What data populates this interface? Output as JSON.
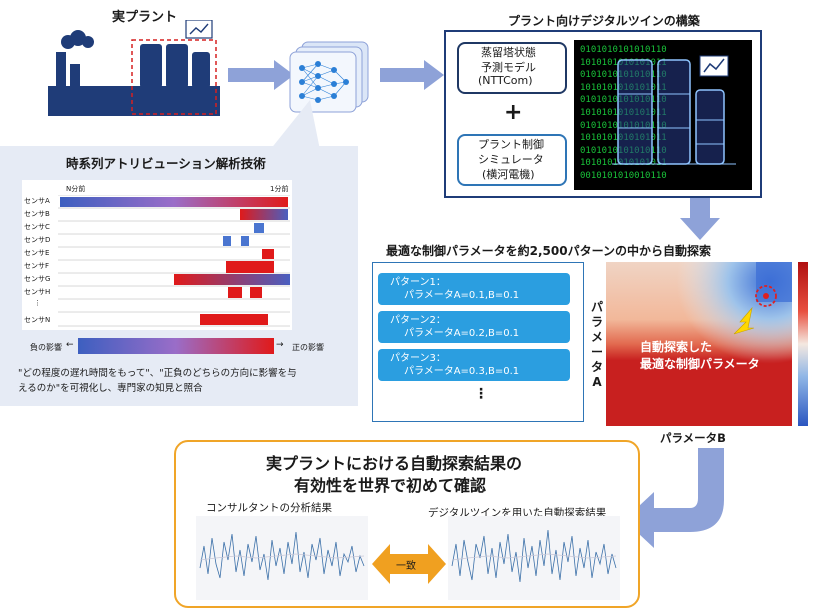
{
  "titles": {
    "real_plant": "実プラント",
    "digital_twin": "プラント向けデジタルツインの構築",
    "attribution": "時系列アトリビューション解析技術",
    "auto_search": "最適な制御パラメータを約2,500パターンの中から自動探索",
    "result_line1": "実プラントにおける自動探索結果の",
    "result_line2": "有効性を世界で初めて確認"
  },
  "twin": {
    "model_line1": "蒸留塔状態",
    "model_line2": "予測モデル",
    "model_line3": "(NTTCom)",
    "plus": "+",
    "sim_line1": "プラント制御",
    "sim_line2": "シミュレータ",
    "sim_line3": "(横河電機)",
    "binary_rows": [
      "0101010101010110",
      "1010101010101011",
      "0101010101010110",
      "1010101010101011",
      "0101010101010110",
      "1010101010101011",
      "0101010101010110",
      "1010101010101011",
      "0101010101010110",
      "1010101010101011",
      "0010101010010110"
    ],
    "colors": {
      "binary": "#19c23a",
      "model_border": "#1f3864",
      "sim_border": "#2e75b6"
    }
  },
  "heatmap": {
    "header_left": "N分前",
    "header_right": "1分前",
    "sensors": [
      "センサA",
      "センサB",
      "センサC",
      "センサD",
      "センサE",
      "センサF",
      "センサG",
      "センサH",
      "⋮",
      "センサN"
    ],
    "legend_neg": "負の影響",
    "legend_pos": "正の影響",
    "caption_line1": "\"どの程度の遅れ時間をもって\"、\"正負のどちらの方向に影響を与",
    "caption_line2": "えるのか\"を可視化し、専門家の知見と照合"
  },
  "patterns": [
    {
      "name": "パターン1：",
      "params": "パラメータA=0.1,B=0.1"
    },
    {
      "name": "パターン2：",
      "params": "パラメータA=0.2,B=0.1"
    },
    {
      "name": "パターン3：",
      "params": "パラメータA=0.3,B=0.1"
    }
  ],
  "patterns_more": "⋮",
  "search_map": {
    "ylabel_chars": [
      "パ",
      "ラ",
      "メ",
      "ー",
      "タ",
      "A"
    ],
    "xlabel": "パラメータB",
    "annotation_line1": "自動探索した",
    "annotation_line2": "最適な制御パラメータ",
    "colors": {
      "high": "#c8201f",
      "low": "#3d6fd6",
      "marker": "#e02020",
      "arrow": "#ffd700"
    }
  },
  "results": {
    "consultant_label": "コンサルタントの分析結果",
    "twin_label": "デジタルツインを用いた自動探索結果",
    "match_label": "一致",
    "colors": {
      "frame": "#f0a528",
      "match": "#f0a020",
      "series": "#3a6fa8"
    }
  },
  "accent": {
    "navy": "#1f3c78",
    "arrow": "#8ea2d8"
  }
}
